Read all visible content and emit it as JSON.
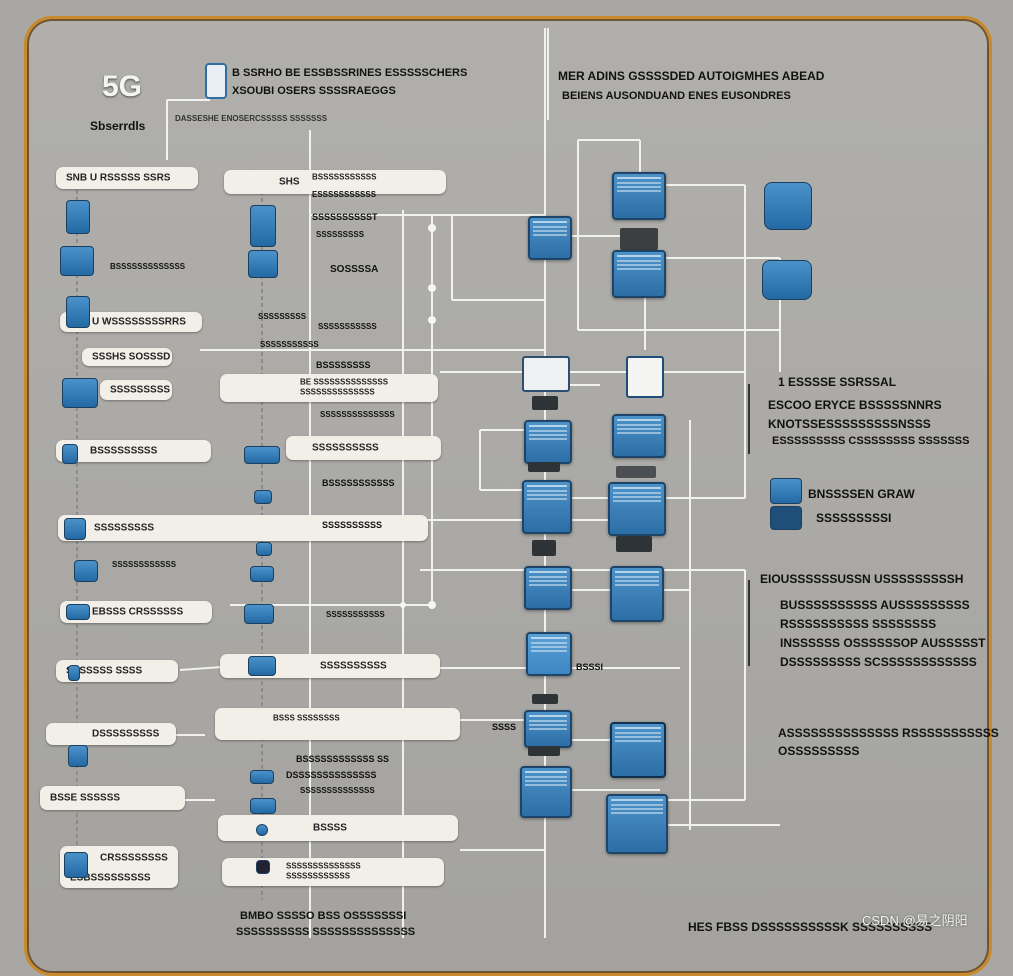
{
  "header": {
    "logo": "5G",
    "logo_sub": "Sbserrdls",
    "title_left_1": "B SSRHO BE ESSBSSRINES ESSSSSCHERS",
    "title_left_2": "XSOUBI OSERS SSSSRAEGGS",
    "sub_left": "DASSESHE ENOSERCSSSSS SSSSSSS",
    "title_right_1": "MER ADINS GSSSSDED AUTOIGMHES ABEAD",
    "title_right_2": "BEIENS AUSONDUAND ENES EUSONDRES"
  },
  "left_labels": [
    "SNB U RSSSSS SSRS",
    "U WSSSSSSSSRRS",
    "SSSHS SOSSSD",
    "SSSSSSSSS",
    "BSSSSSSSSS",
    "SSSSSSSSS",
    "BSSSSSSSSSSSSS",
    "EBSSS CRSSSSSS",
    "SSSSSSS SSSS",
    "DSSSSSSSSS",
    "BSSE SSSSSS",
    "CRSSSSSSSS",
    "ESBSSSSSSSSS"
  ],
  "mid_labels": [
    "SHS",
    "BSSSSSSSSSSS",
    "ESSSSSSSSSSS",
    "SSSSSSSSSST",
    "SSSSSSSSS",
    "SOSSSSA",
    "SSSSSSSSS",
    "SSSSSSSSSSS",
    "SSSSSSSSSSS",
    "BSSSSSSSS",
    "BE SSSSSSSSSSSSSS",
    "SSSSSSSSSSSSSS",
    "SSSSSSSSSSSSSS",
    "SSSSSSSSSS",
    "BSSSSSSSSSSS",
    "SSSSSSSSSS",
    "SSSSSSSSSSSS",
    "SSSSSSSSSSS",
    "SSSSSSSSSS",
    "BSSS SSSSSSSS",
    "BSSSSSSSSSSSS SS",
    "DSSSSSSSSSSSSSS",
    "SSSSSSSSSSSSSS",
    "BSSSS",
    "SSSSSSSSSSSSSS",
    "SSSSSSSSSSSS"
  ],
  "right_groups": {
    "g1_head": "1 ESSSSE SSRSSAL",
    "g1_lines": [
      "ESCOO ERYCE BSSSSSNNRS",
      "KNOTSSESSSSSSSSSNSSS",
      "ESSSSSSSSS CSSSSSSSS SSSSSSS"
    ],
    "g2_lines": [
      "BNSSSSEN GRAW",
      "SSSSSSSSSI"
    ],
    "g3_head": "EIOUSSSSSSUSSN USSSSSSSSSH",
    "g3_lines": [
      "BUSSSSSSSSSS AUSSSSSSSSS",
      "RSSSSSSSSSS SSSSSSSS",
      "INSSSSSS OSSSSSSOP AUSSSSST",
      "DSSSSSSSSS SCSSSSSSSSSSSS"
    ],
    "g4_lines": [
      "ASSSSSSSSSSSSSS RSSSSSSSSSSS",
      "OSSSSSSSSS"
    ]
  },
  "center_notes": {
    "label_a": "SSSS",
    "label_b": "BSSSI",
    "bottom_center_1": "BMBO SSSSO BSS OSSSSSSSI",
    "bottom_center_2": "SSSSSSSSSS SSSSSSSSSSSSSS",
    "bottom_right": "HES FBSS DSSSSSSSSSSK SSSSSSSSSS"
  },
  "watermark": "CSDN @易之阴阳",
  "colors": {
    "background": "#a8a7a3",
    "frame": "#c98a2e",
    "device_blue": "#3a81bb",
    "wire": "#f3f3f3"
  }
}
